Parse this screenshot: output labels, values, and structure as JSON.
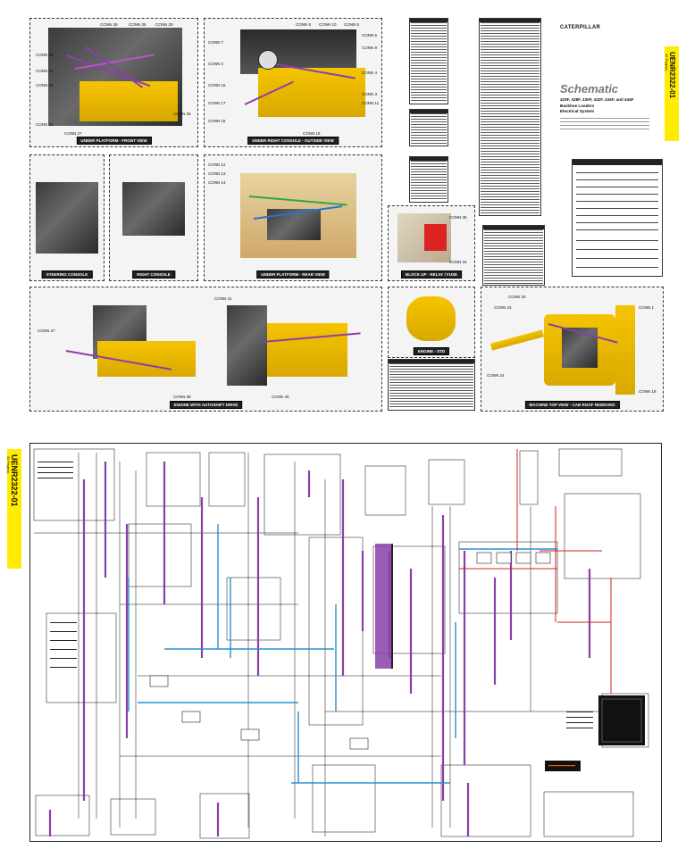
{
  "document": {
    "brand": "CATERPILLAR",
    "title": "Schematic",
    "models_line1": "420F, 428F, 430F, 432F, 434F, and 444F",
    "models_line2": "Backhoe Loaders",
    "models_line3": "Electrical System",
    "doc_number": "UENR2322-01",
    "pages_note": "42 Page(s)",
    "doc_number_bottom": "UENR2322-01",
    "pages_note_bottom": "42 Page(s)"
  },
  "views": [
    {
      "id": "v1",
      "caption": "UNDER PLATFORM - FRONT VIEW"
    },
    {
      "id": "v2",
      "caption": "UNDER RIGHT CONSOLE - OUTSIDE VIEW"
    },
    {
      "id": "v3",
      "caption": "STEERING CONSOLE"
    },
    {
      "id": "v4",
      "caption": "RIGHT CONSOLE"
    },
    {
      "id": "v5",
      "caption": "UNDER PLATFORM - REAR VIEW"
    },
    {
      "id": "v6",
      "caption": "BLOCK UP - RELAY / FUSE"
    },
    {
      "id": "v7",
      "caption": "ENGINE WITH AUTOSHIFT DRIVE"
    },
    {
      "id": "v8",
      "caption": "ENGINE - STD"
    },
    {
      "id": "v9",
      "caption": "MACHINE TOP VIEW - CAB ROOF REMOVED"
    }
  ],
  "connector_labels": {
    "v1": [
      "CONN 35",
      "CONN 28",
      "CONN 29",
      "CONN 33",
      "CONN 31",
      "CONN 30",
      "CONN 27",
      "CONN 25",
      "CONN 32"
    ],
    "v2": [
      "CONN 8",
      "CONN 10",
      "CONN 5",
      "CONN 6",
      "CONN 7",
      "CONN 9",
      "CONN 4",
      "CONN 3",
      "CONN 17",
      "CONN 15",
      "CONN 2",
      "CONN 11",
      "CONN 16",
      "CONN 18"
    ],
    "v5": [
      "CONN 12",
      "CONN 13",
      "CONN 14"
    ],
    "v6": [
      "CONN 36",
      "CONN 34"
    ],
    "v7": [
      "CONN 37",
      "CONN 41",
      "CONN 38",
      "CONN 40"
    ],
    "v9": [
      "CONN 26",
      "CONN 23",
      "CONN 24",
      "CONN 1",
      "CONN 19"
    ]
  },
  "colors": {
    "yellow": "#ffec00",
    "cat_yellow": "#f5c400",
    "wire_purple": "#8a3fa8",
    "wire_blue": "#2a8fd1",
    "wire_red": "#d62020",
    "ink": "#111111"
  }
}
